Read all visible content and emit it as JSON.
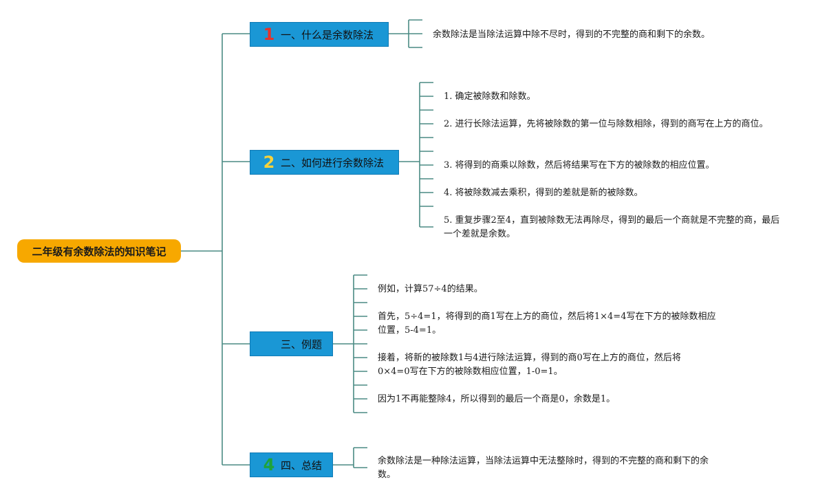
{
  "root": {
    "title": "二年级有余数除法的知识笔记"
  },
  "colors": {
    "root": "#f7a800",
    "topic": "#1a97d5",
    "line": "#4a8a84",
    "num1": "#e6322b",
    "num2": "#f5d23c",
    "num4": "#1fa33a"
  },
  "topics": [
    {
      "number": "1",
      "label": "一、什么是余数除法",
      "items": [
        "余数除法是当除法运算中除不尽时，得到的不完整的商和剩下的余数。"
      ]
    },
    {
      "number": "2",
      "label": "二、如何进行余数除法",
      "items": [
        "1. 确定被除数和除数。",
        "2. 进行长除法运算，先将被除数的第一位与除数相除，得到的商写在上方的商位。",
        "3. 将得到的商乘以除数，然后将结果写在下方的被除数的相应位置。",
        "4. 将被除数减去乘积，得到的差就是新的被除数。",
        "5. 重复步骤2至4，直到被除数无法再除尽，得到的最后一个商就是不完整的商，最后一个差就是余数。"
      ]
    },
    {
      "number": "",
      "label": "三、例题",
      "items": [
        "例如，计算57÷4的结果。",
        "首先，5÷4=1，将得到的商1写在上方的商位，然后将1×4=4写在下方的被除数相应位置，5-4=1。",
        "接着，将新的被除数1与4进行除法运算，得到的商0写在上方的商位，然后将0×4=0写在下方的被除数相应位置，1-0=1。",
        "因为1不再能整除4，所以得到的最后一个商是0，余数是1。"
      ]
    },
    {
      "number": "4",
      "label": "四、总结",
      "items": [
        "余数除法是一种除法运算，当除法运算中无法整除时，得到的不完整的商和剩下的余数。"
      ]
    }
  ]
}
